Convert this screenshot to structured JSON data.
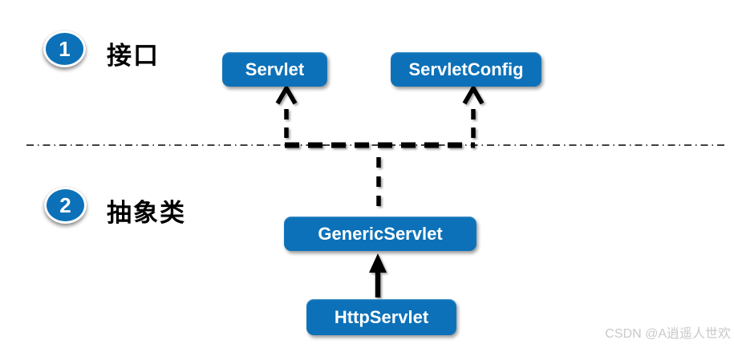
{
  "diagram": {
    "title_hint": "Servlet class hierarchy",
    "sections": [
      {
        "badge": "1",
        "label": "接口"
      },
      {
        "badge": "2",
        "label": "抽象类"
      }
    ],
    "nodes": {
      "servlet": {
        "label": "Servlet",
        "kind": "interface"
      },
      "servletConfig": {
        "label": "ServletConfig",
        "kind": "interface"
      },
      "genericServlet": {
        "label": "GenericServlet",
        "kind": "abstract-class"
      },
      "httpServlet": {
        "label": "HttpServlet",
        "kind": "abstract-class"
      }
    },
    "edges": [
      {
        "from": "GenericServlet",
        "to": "Servlet",
        "line": "dashed-arrow"
      },
      {
        "from": "GenericServlet",
        "to": "ServletConfig",
        "line": "dashed-arrow"
      },
      {
        "from": "HttpServlet",
        "to": "GenericServlet",
        "line": "solid-arrow"
      }
    ],
    "colors": {
      "node_fill": "#0c71b8",
      "node_text": "#ffffff",
      "connector": "#000000",
      "divider": "#000000",
      "watermark": "#c9c9c9",
      "background": "#ffffff"
    }
  },
  "watermark": {
    "text": "CSDN @A逍遥人世欢"
  }
}
